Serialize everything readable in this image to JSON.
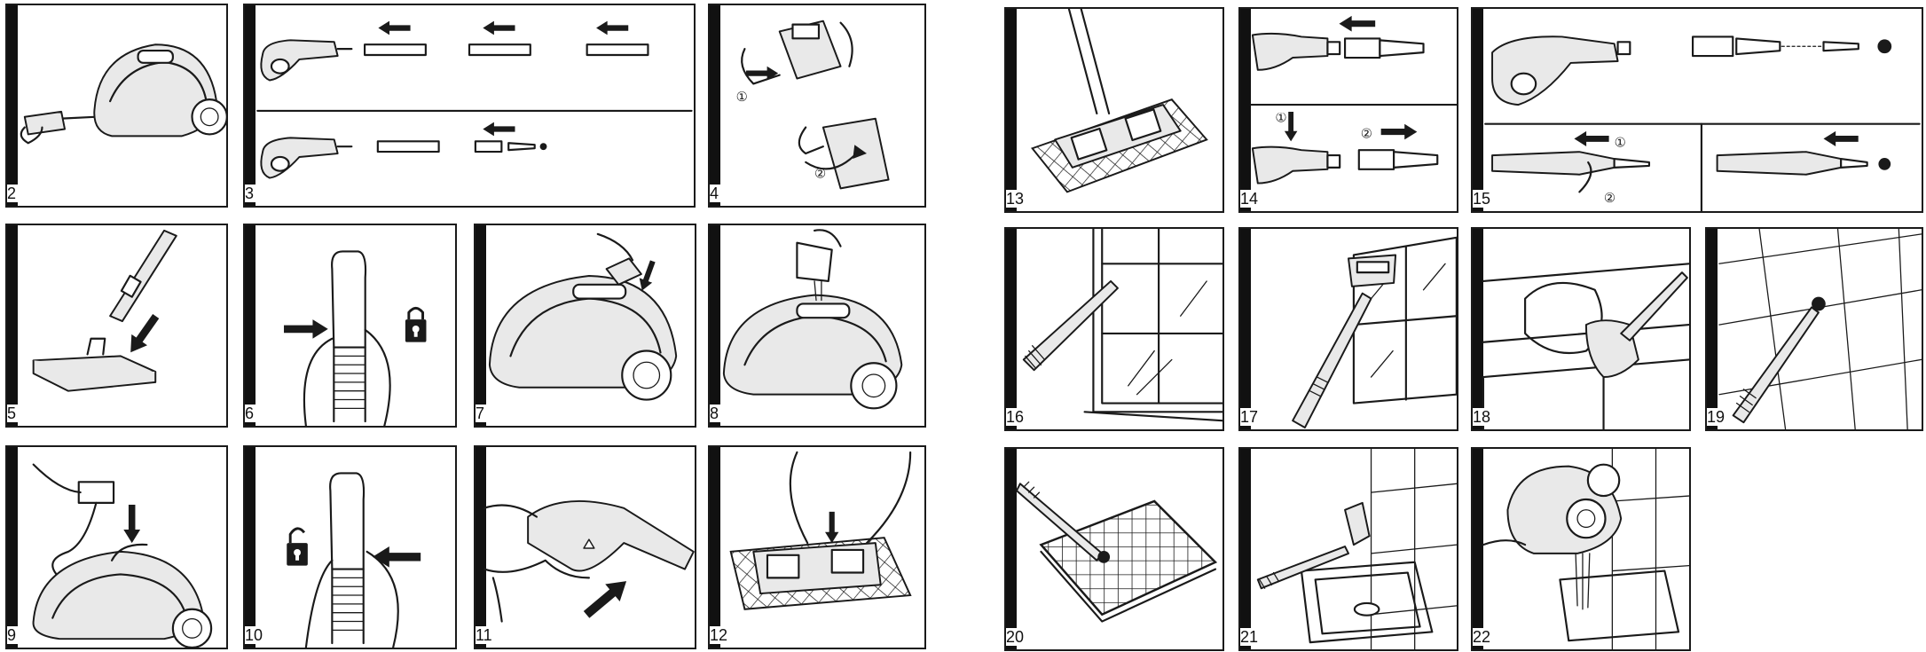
{
  "steps": [
    {
      "number": "2"
    },
    {
      "number": "3"
    },
    {
      "number": "4"
    },
    {
      "number": "5"
    },
    {
      "number": "6"
    },
    {
      "number": "7"
    },
    {
      "number": "8"
    },
    {
      "number": "9"
    },
    {
      "number": "10"
    },
    {
      "number": "11"
    },
    {
      "number": "12"
    },
    {
      "number": "13"
    },
    {
      "number": "14"
    },
    {
      "number": "15"
    },
    {
      "number": "16"
    },
    {
      "number": "17"
    },
    {
      "number": "18"
    },
    {
      "number": "19"
    },
    {
      "number": "20"
    },
    {
      "number": "21"
    },
    {
      "number": "22"
    }
  ],
  "markers": {
    "one": "①",
    "two": "②"
  },
  "colors": {
    "line": "#1a1a1a",
    "background": "#ffffff",
    "fill_light": "#e9e9e9"
  }
}
